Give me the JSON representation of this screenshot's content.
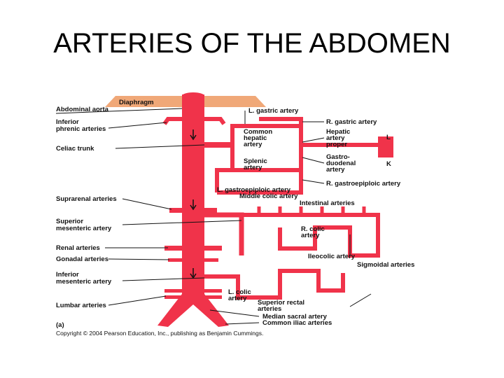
{
  "slide": {
    "title": "ARTERIES OF THE ABDOMEN"
  },
  "figure": {
    "diaphragm_label": "Diaphragm",
    "left_labels": [
      "Abdominal aorta",
      "Inferior",
      "phrenic arteries",
      "Celiac trunk",
      "Suprarenal arteries",
      "Superior",
      "mesenteric artery",
      "Renal arteries",
      "Gonadal arteries",
      "Inferior",
      "mesenteric artery",
      "Lumbar arteries",
      "(a)"
    ],
    "right_labels": [
      "L. gastric artery",
      "R. gastric artery",
      "Hepatic",
      "artery",
      "proper",
      "Gastro-",
      "duodenal",
      "artery",
      "R. gastroepiploic artery",
      "Intestinal arteries",
      "Ileocolic artery",
      "Sigmoidal arteries",
      "Superior rectal",
      "arteries",
      "Median sacral artery",
      "Common iliac arteries"
    ],
    "inner_labels": [
      "Common",
      "hepatic",
      "artery",
      "Splenic",
      "artery",
      "L. gastroepiploic artery",
      "Middle colic artery",
      "R. colic",
      "artery",
      "L. colic",
      "artery"
    ],
    "organ_letters": {
      "liver": "L",
      "kidney": "K"
    },
    "copyright": "Copyright © 2004 Pearson Education, Inc., publishing as Benjamin Cummings."
  },
  "colors": {
    "artery": "#f0334a",
    "diaphragm": "#f0a878",
    "text": "#111111"
  }
}
